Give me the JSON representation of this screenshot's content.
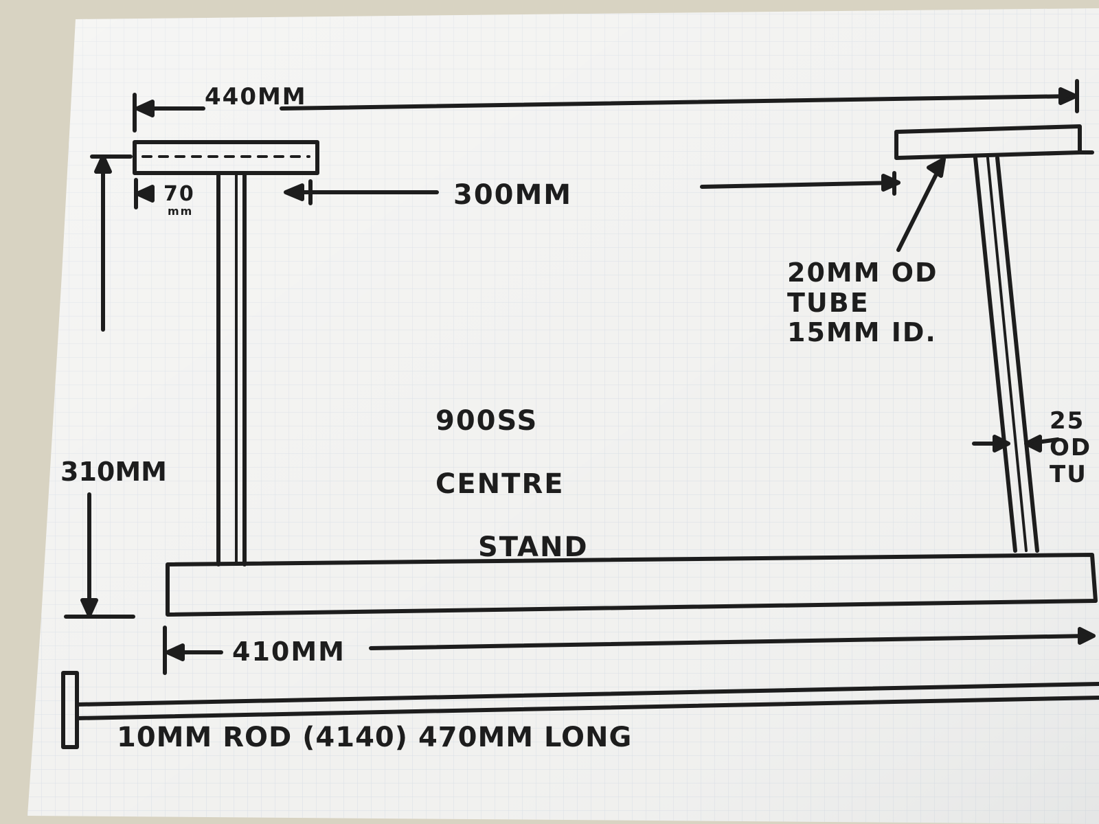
{
  "title_note": {
    "lines": [
      "900SS",
      "CENTRE",
      "STAND"
    ]
  },
  "dimensions": {
    "top_span": "440MM",
    "cross_tube_offset": "300MM",
    "small_width": "70",
    "small_width_unit": "mm",
    "height": "310MM",
    "base_length": "410MM"
  },
  "callouts": {
    "tube_top": "20MM OD\nTUBE\n15MM ID.",
    "tube_leg_partial": "25\nOD\nTU"
  },
  "rod_note": "10MM ROD (4140) 470MM LONG"
}
